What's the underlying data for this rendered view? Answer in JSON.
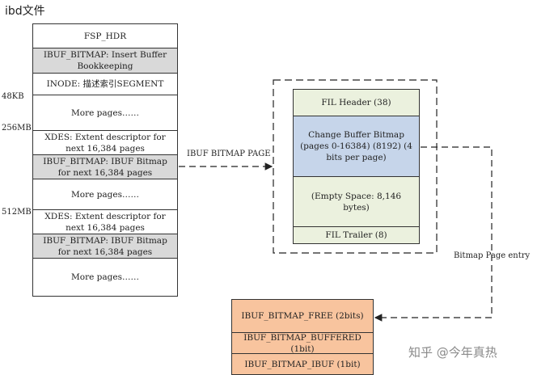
{
  "title": "ibd文件",
  "left_column": [
    {
      "label": "FSP_HDR",
      "style": "white"
    },
    {
      "label": "IBUF_BITMAP: Insert Buffer Bookkeeping",
      "style": "gray"
    },
    {
      "label": "INODE: 描述索引SEGMENT",
      "style": "white"
    },
    {
      "label": "More pages……",
      "style": "white"
    },
    {
      "label": "XDES: Extent descriptor for next 16,384 pages",
      "style": "white"
    },
    {
      "label": "IBUF_BITMAP: IBUF Bitmap for next 16,384 pages",
      "style": "gray"
    },
    {
      "label": "More pages……",
      "style": "white"
    },
    {
      "label": "XDES: Extent descriptor for next 16,384 pages",
      "style": "white"
    },
    {
      "label": "IBUF_BITMAP: IBUF Bitmap for next 16,384 pages",
      "style": "gray"
    },
    {
      "label": "More pages……",
      "style": "white"
    }
  ],
  "side_labels": [
    "48KB",
    "256MB",
    "512MB"
  ],
  "arrow_label": "IBUF BITMAP PAGE",
  "bitmap_page": {
    "fil_header": "FIL Header (38)",
    "change_buffer": "Change Buffer Bitmap (pages 0-16384) (8192) (4 bits per page)",
    "empty_space": "(Empty Space: 8,146 bytes)",
    "fil_trailer": "FIL Trailer (8)"
  },
  "entry_label": "Bitmap Page entry",
  "entry_fields": [
    "IBUF_BITMAP_FREE (2bits)",
    "IBUF_BITMAP_BUFFERED (1bit)",
    "IBUF_BITMAP_IBUF (1bit)"
  ],
  "watermark": "知乎 @今年真热"
}
